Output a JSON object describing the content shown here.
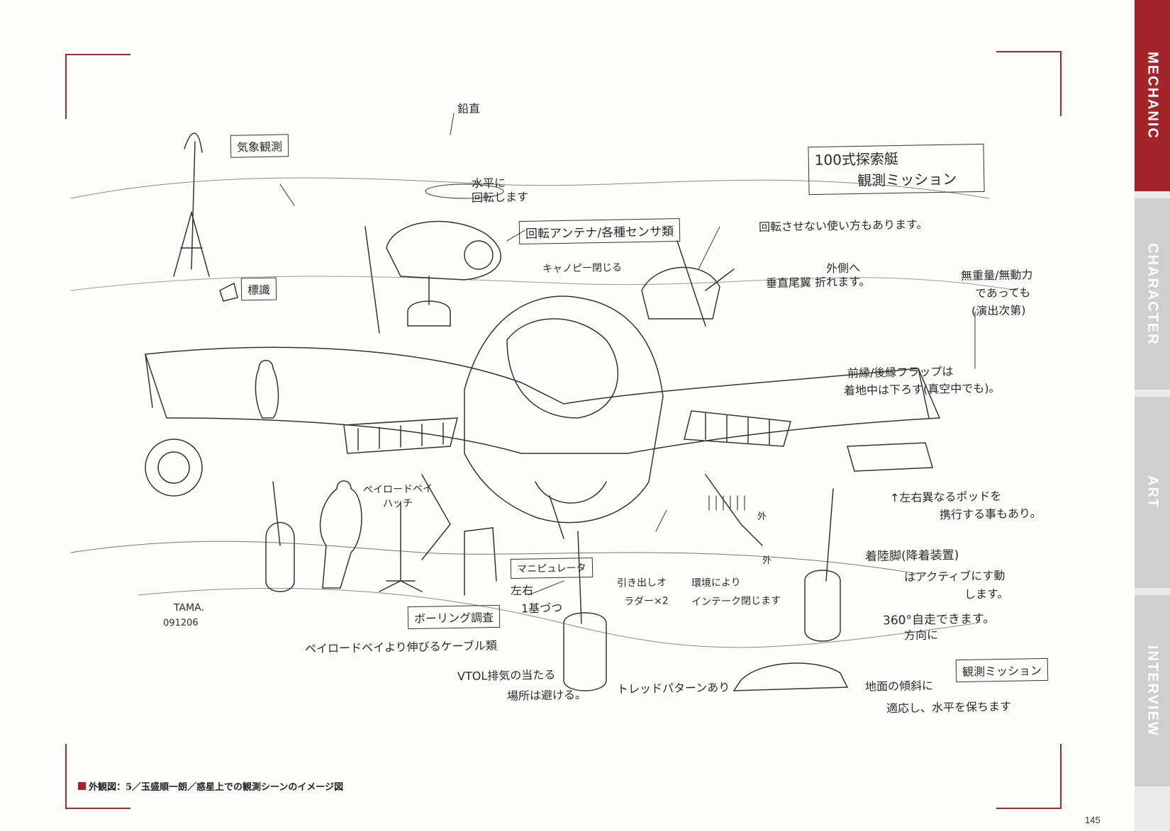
{
  "sidebar": {
    "tabs": [
      {
        "label": "MECHANIC",
        "active": true
      },
      {
        "label": "CHARACTER",
        "active": false
      },
      {
        "label": "ART",
        "active": false
      },
      {
        "label": "INTERVIEW",
        "active": false
      }
    ],
    "active_color": "#a3242b"
  },
  "notes": {
    "title_line1": "100式探索艇",
    "title_line2": "観測ミッション",
    "vertical": "鉛直",
    "weather": "気象観測",
    "horizontal_line1": "水平に",
    "horizontal_line2": "回転します",
    "marker": "標識",
    "antenna": "回転アンテナ/各種センサ類",
    "rotate_use": "回転させない使い方もあります。",
    "canopy": "キャノピー閉じる",
    "tail_line1": "外側へ",
    "tail_line2": "垂直尾翼 折れます。",
    "weightless_line1": "無重量/無動力",
    "weightless_line2": "であっても",
    "weightless_line3": "(演出次第)",
    "flaps_line1": "前縁/後縁フラップは",
    "flaps_line2": "着地中は下ろす(真空中でも)。",
    "pods_line1": "↑左右異なるポッドを",
    "pods_line2": "携行する事もあり。",
    "gear_line1": "着陸脚(降着装置)",
    "gear_line2": "はアクティブにす動",
    "gear_line3": "します。",
    "rotate360_line1": "360°自走できます。",
    "rotate360_line2": "方向に",
    "mission_box": "観測ミッション",
    "terrain_line1": "地面の傾斜に",
    "terrain_line2": "適応し、水平を保ちます",
    "payload_hatch_line1": "ペイロードベイ",
    "payload_hatch_line2": "ハッチ",
    "manipulator": "マニピュレータ",
    "left_right_line1": "左右",
    "left_right_line2": "1基づつ",
    "boring": "ボーリング調査",
    "cable": "ペイロードベイより伸びるケーブル類",
    "vtol_line1": "VTOL排気の当たる",
    "vtol_line2": "場所は避ける。",
    "tread": "トレッドパターンあり",
    "retract": "引き出しオ",
    "rudder": "ラダー×2",
    "env_line1": "環境により",
    "env_line2": "インテーク閉じます",
    "out_line1": "外",
    "out_line2": "外",
    "signature": "TAMA.",
    "date": "091206"
  },
  "caption": "外観図：5／玉盛順一朗／惑星上での観測シーンのイメージ図",
  "page_number": "145"
}
